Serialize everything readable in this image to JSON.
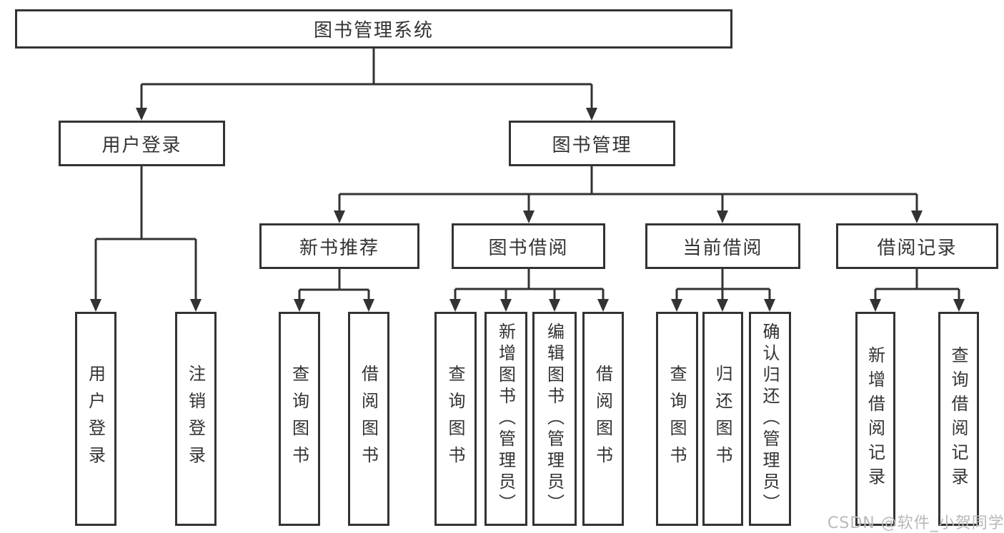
{
  "diagram": {
    "root": {
      "label": "图书管理系统"
    },
    "user_login": {
      "label": "用户登录",
      "leaves": [
        {
          "label": "用户登录"
        },
        {
          "label": "注销登录"
        }
      ]
    },
    "book_mgmt": {
      "label": "图书管理",
      "groups": [
        {
          "label": "新书推荐",
          "leaves": [
            {
              "label": "查询图书"
            },
            {
              "label": "借阅图书"
            }
          ]
        },
        {
          "label": "图书借阅",
          "leaves": [
            {
              "label": "查询图书"
            },
            {
              "label": "新增图书（管理员）"
            },
            {
              "label": "编辑图书（管理员）"
            },
            {
              "label": "借阅图书"
            }
          ]
        },
        {
          "label": "当前借阅",
          "leaves": [
            {
              "label": "查询图书"
            },
            {
              "label": "归还图书"
            },
            {
              "label": "确认归还（管理员）"
            }
          ]
        },
        {
          "label": "借阅记录",
          "leaves": [
            {
              "label": "新增借阅记录"
            },
            {
              "label": "查询借阅记录"
            }
          ]
        }
      ]
    },
    "watermark": "CSDN @软件_小贺同学",
    "colors": {
      "line": "#333333",
      "text": "#333333",
      "watermark": "#b9b9b9",
      "background": "#ffffff"
    }
  }
}
